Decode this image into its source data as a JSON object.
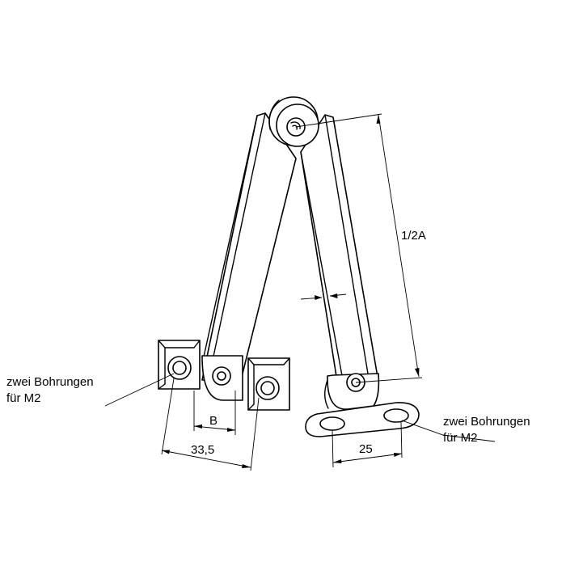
{
  "labels": {
    "left_note_line1": "zwei Bohrungen",
    "left_note_line2": "für M2",
    "right_note_line1": "zwei Bohrungen",
    "right_note_line2": "für M2",
    "dim_half_a": "1/2A",
    "dim_b": "B",
    "dim_33_5": "33,5",
    "dim_25": "25"
  }
}
